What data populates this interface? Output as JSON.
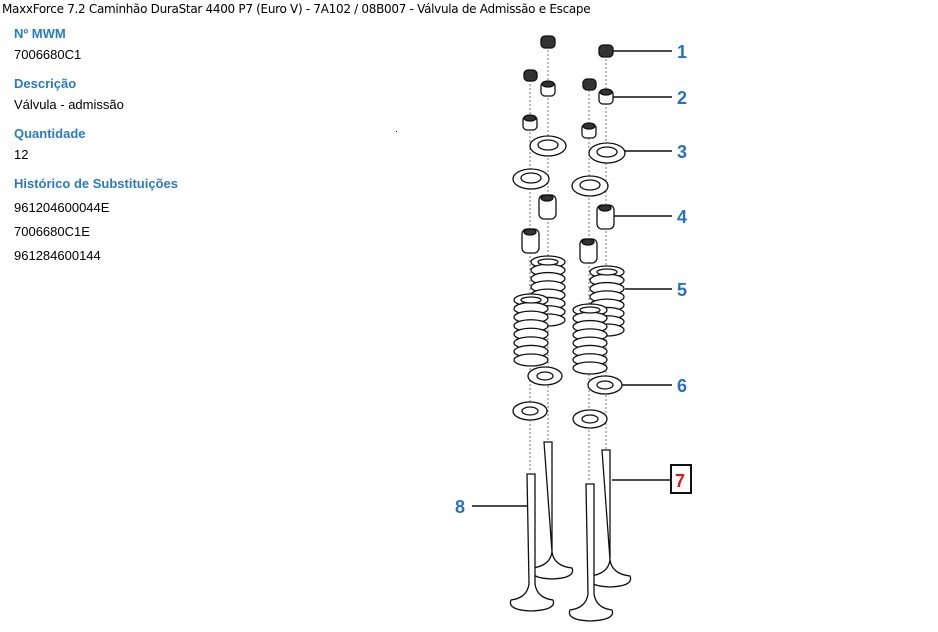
{
  "header": {
    "title": "MaxxForce 7.2 Caminhão DuraStar 4400 P7 (Euro V) - 7A102  /  08B007 - Válvula de Admissão e Escape"
  },
  "part_info": {
    "mwm_label": "Nº MWM",
    "mwm_value": "7006680C1",
    "description_label": "Descrição",
    "description_value": "Válvula - admissão",
    "quantity_label": "Quantidade",
    "quantity_value": "12",
    "history_label": "Histórico de Substituições",
    "history": [
      "961204600044E",
      "7006680C1E",
      "961284600144"
    ]
  },
  "diagram": {
    "callouts": [
      {
        "number": "1",
        "selected": false
      },
      {
        "number": "2",
        "selected": false
      },
      {
        "number": "3",
        "selected": false
      },
      {
        "number": "4",
        "selected": false
      },
      {
        "number": "5",
        "selected": false
      },
      {
        "number": "6",
        "selected": false
      },
      {
        "number": "7",
        "selected": true
      },
      {
        "number": "8",
        "selected": false
      }
    ],
    "callout_color": "#2a6fc0",
    "selected_color": "#e8141c"
  }
}
